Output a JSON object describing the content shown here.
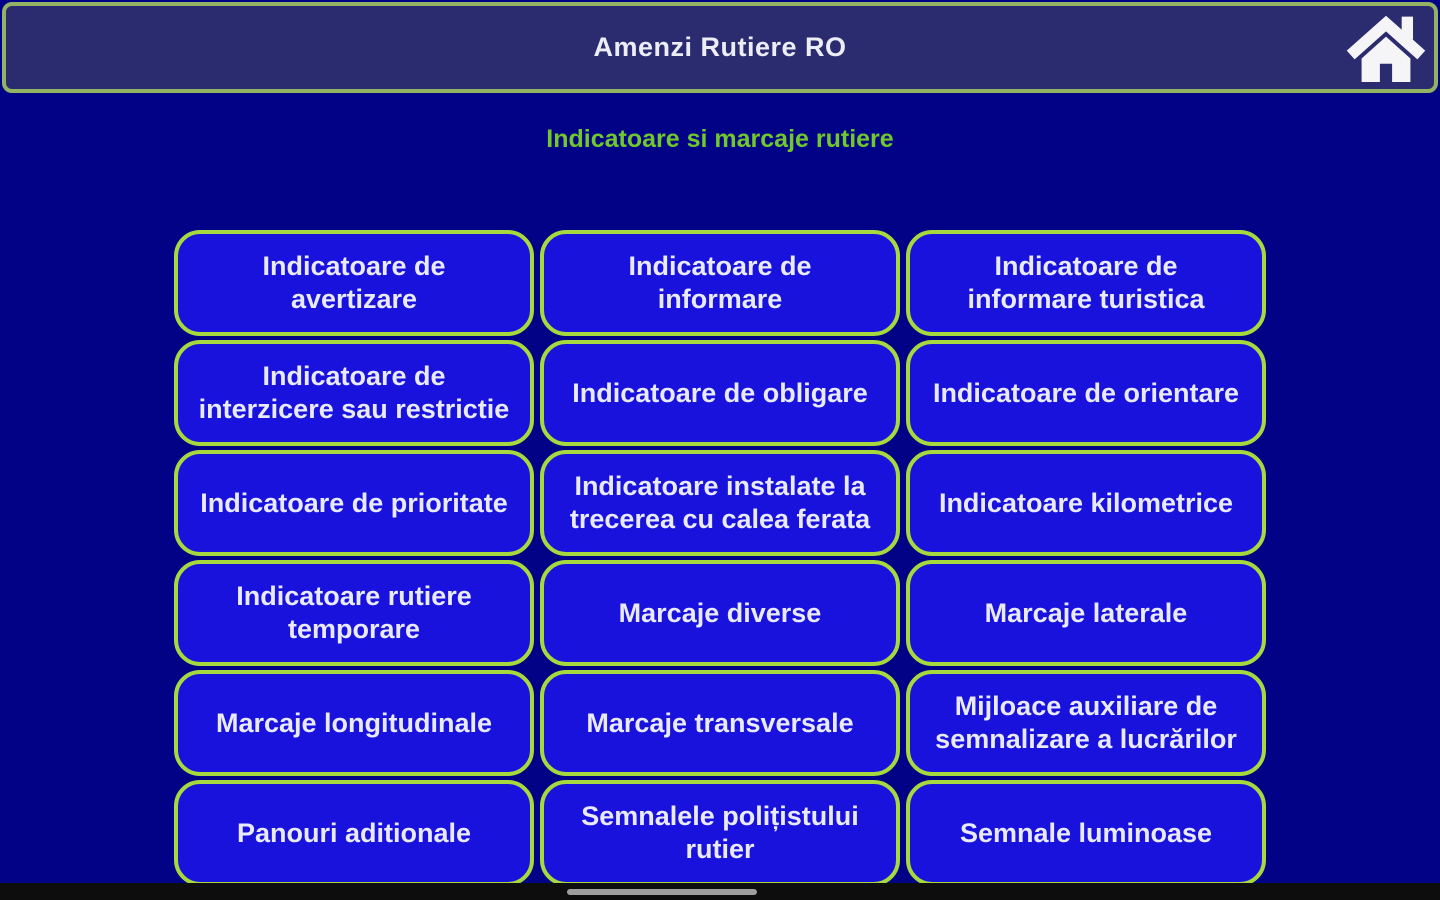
{
  "colors": {
    "background": "#020286",
    "topbar_bg": "#2b2b70",
    "topbar_border": "#93b363",
    "title_text": "#ecedf5",
    "subtitle_text": "#70c82c",
    "button_bg": "#1812dc",
    "button_border": "#a6d93e",
    "button_text": "#e9e9ff",
    "bottom_bar": "#0d0d0d",
    "nav_pill": "#9e9e9e"
  },
  "topbar": {
    "title": "Amenzi Rutiere RO",
    "home_icon": "home-icon"
  },
  "page": {
    "subtitle": "Indicatoare si marcaje rutiere"
  },
  "grid": {
    "buttons": [
      {
        "id": "indicatoare-avertizare",
        "label": "Indicatoare de\navertizare"
      },
      {
        "id": "indicatoare-informare",
        "label": "Indicatoare de\ninformare"
      },
      {
        "id": "indicatoare-informare-turistica",
        "label": "Indicatoare de\ninformare turistica"
      },
      {
        "id": "indicatoare-interzicere-restrictie",
        "label": "Indicatoare de\ninterzicere sau restrictie"
      },
      {
        "id": "indicatoare-obligare",
        "label": "Indicatoare de obligare"
      },
      {
        "id": "indicatoare-orientare",
        "label": "Indicatoare de orientare"
      },
      {
        "id": "indicatoare-prioritate",
        "label": "Indicatoare de prioritate"
      },
      {
        "id": "indicatoare-calea-ferata",
        "label": "Indicatoare instalate la\ntrecerea cu calea ferata"
      },
      {
        "id": "indicatoare-kilometrice",
        "label": "Indicatoare kilometrice"
      },
      {
        "id": "indicatoare-rutiere-temporare",
        "label": "Indicatoare rutiere\ntemporare"
      },
      {
        "id": "marcaje-diverse",
        "label": "Marcaje diverse"
      },
      {
        "id": "marcaje-laterale",
        "label": "Marcaje laterale"
      },
      {
        "id": "marcaje-longitudinale",
        "label": "Marcaje longitudinale"
      },
      {
        "id": "marcaje-transversale",
        "label": "Marcaje transversale"
      },
      {
        "id": "mijloace-auxiliare",
        "label": "Mijloace auxiliare de\nsemnalizare a lucrărilor"
      },
      {
        "id": "panouri-aditionale",
        "label": "Panouri aditionale"
      },
      {
        "id": "semnalele-politistului",
        "label": "Semnalele polițistului\nrutier"
      },
      {
        "id": "semnale-luminoase",
        "label": "Semnale luminoase"
      }
    ]
  }
}
